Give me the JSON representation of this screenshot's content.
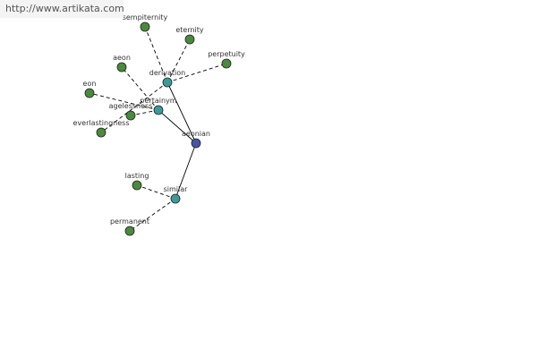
{
  "watermark": "http://www.artikata.com",
  "colors": {
    "center": "#4455aa",
    "relation": "#3d9a9a",
    "word": "#4a8a3c",
    "edge": "#000000"
  },
  "graph": {
    "nodes": [
      {
        "id": "aeonian",
        "label": "aeonian",
        "kind": "center"
      },
      {
        "id": "derivation",
        "label": "derivation",
        "kind": "relation"
      },
      {
        "id": "pertainym",
        "label": "pertainym",
        "kind": "relation"
      },
      {
        "id": "similar",
        "label": "similar",
        "kind": "relation"
      },
      {
        "id": "sempiternity",
        "label": "sempiternity",
        "kind": "word"
      },
      {
        "id": "eternity",
        "label": "eternity",
        "kind": "word"
      },
      {
        "id": "perpetuity",
        "label": "perpetuity",
        "kind": "word"
      },
      {
        "id": "aeon",
        "label": "aeon",
        "kind": "word"
      },
      {
        "id": "eon",
        "label": "eon",
        "kind": "word"
      },
      {
        "id": "agelessness",
        "label": "agelessness",
        "kind": "word"
      },
      {
        "id": "everlastingness",
        "label": "everlastingness",
        "kind": "word"
      },
      {
        "id": "lasting",
        "label": "lasting",
        "kind": "word"
      },
      {
        "id": "permanent",
        "label": "permanent",
        "kind": "word"
      }
    ],
    "edges": [
      {
        "from": "aeonian",
        "to": "derivation",
        "style": "solid"
      },
      {
        "from": "aeonian",
        "to": "pertainym",
        "style": "solid"
      },
      {
        "from": "aeonian",
        "to": "similar",
        "style": "solid"
      },
      {
        "from": "derivation",
        "to": "sempiternity",
        "style": "dashed"
      },
      {
        "from": "derivation",
        "to": "eternity",
        "style": "dashed"
      },
      {
        "from": "derivation",
        "to": "perpetuity",
        "style": "dashed"
      },
      {
        "from": "derivation",
        "to": "everlastingness",
        "style": "dashed"
      },
      {
        "from": "pertainym",
        "to": "aeon",
        "style": "dashed"
      },
      {
        "from": "pertainym",
        "to": "eon",
        "style": "dashed"
      },
      {
        "from": "pertainym",
        "to": "agelessness",
        "style": "dashed"
      },
      {
        "from": "similar",
        "to": "lasting",
        "style": "dashed"
      },
      {
        "from": "similar",
        "to": "permanent",
        "style": "dashed"
      }
    ]
  }
}
